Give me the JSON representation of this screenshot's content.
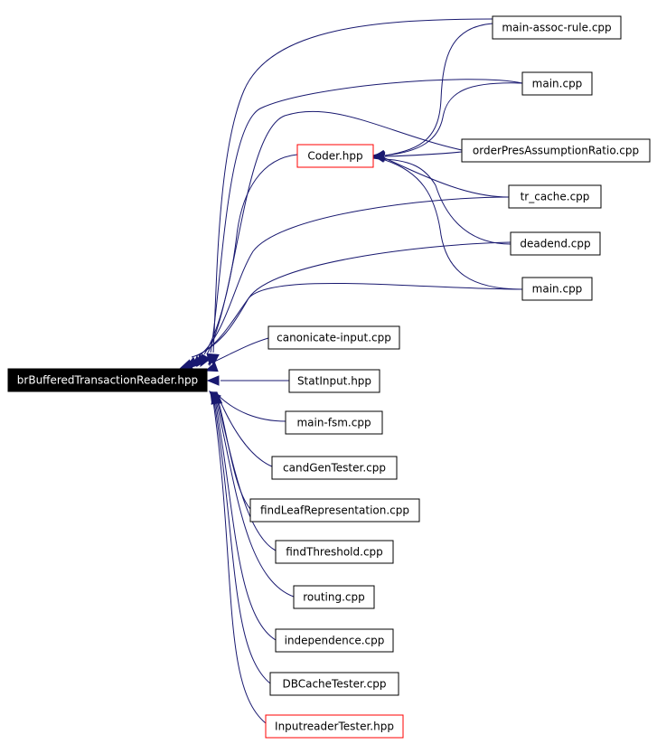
{
  "diagram": {
    "root": "brBufferedTransactionReader.hpp",
    "nodes": [
      {
        "id": "root",
        "label": "brBufferedTransactionReader.hpp",
        "style": "root"
      },
      {
        "id": "main_assoc_rule",
        "label": "main-assoc-rule.cpp",
        "style": "normal"
      },
      {
        "id": "main1",
        "label": "main.cpp",
        "style": "normal"
      },
      {
        "id": "coder",
        "label": "Coder.hpp",
        "style": "red"
      },
      {
        "id": "orderpres",
        "label": "orderPresAssumptionRatio.cpp",
        "style": "normal"
      },
      {
        "id": "tr_cache",
        "label": "tr_cache.cpp",
        "style": "normal"
      },
      {
        "id": "deadend",
        "label": "deadend.cpp",
        "style": "normal"
      },
      {
        "id": "main2",
        "label": "main.cpp",
        "style": "normal"
      },
      {
        "id": "canonicate",
        "label": "canonicate-input.cpp",
        "style": "normal"
      },
      {
        "id": "statinput",
        "label": "StatInput.hpp",
        "style": "normal"
      },
      {
        "id": "mainfsm",
        "label": "main-fsm.cpp",
        "style": "normal"
      },
      {
        "id": "candgen",
        "label": "candGenTester.cpp",
        "style": "normal"
      },
      {
        "id": "findleaf",
        "label": "findLeafRepresentation.cpp",
        "style": "normal"
      },
      {
        "id": "findthresh",
        "label": "findThreshold.cpp",
        "style": "normal"
      },
      {
        "id": "routing",
        "label": "routing.cpp",
        "style": "normal"
      },
      {
        "id": "independence",
        "label": "independence.cpp",
        "style": "normal"
      },
      {
        "id": "dbcache",
        "label": "DBCacheTester.cpp",
        "style": "normal"
      },
      {
        "id": "inputreader",
        "label": "InputreaderTester.hpp",
        "style": "red"
      }
    ],
    "edges": [
      {
        "from": "main_assoc_rule",
        "to": "root"
      },
      {
        "from": "main1",
        "to": "root"
      },
      {
        "from": "coder",
        "to": "root"
      },
      {
        "from": "orderpres",
        "to": "root"
      },
      {
        "from": "tr_cache",
        "to": "root"
      },
      {
        "from": "deadend",
        "to": "root"
      },
      {
        "from": "main2",
        "to": "root"
      },
      {
        "from": "canonicate",
        "to": "root"
      },
      {
        "from": "statinput",
        "to": "root"
      },
      {
        "from": "mainfsm",
        "to": "root"
      },
      {
        "from": "candgen",
        "to": "root"
      },
      {
        "from": "findleaf",
        "to": "root"
      },
      {
        "from": "findthresh",
        "to": "root"
      },
      {
        "from": "routing",
        "to": "root"
      },
      {
        "from": "independence",
        "to": "root"
      },
      {
        "from": "dbcache",
        "to": "root"
      },
      {
        "from": "inputreader",
        "to": "root"
      },
      {
        "from": "main_assoc_rule",
        "to": "coder"
      },
      {
        "from": "main1",
        "to": "coder"
      },
      {
        "from": "orderpres",
        "to": "coder"
      },
      {
        "from": "tr_cache",
        "to": "coder"
      },
      {
        "from": "deadend",
        "to": "coder"
      },
      {
        "from": "main2",
        "to": "coder"
      }
    ],
    "colors": {
      "edge": "#191970",
      "node_border": "#000000",
      "highlight_border": "#ff0000",
      "root_fill": "#000000",
      "root_text": "#ffffff"
    }
  }
}
